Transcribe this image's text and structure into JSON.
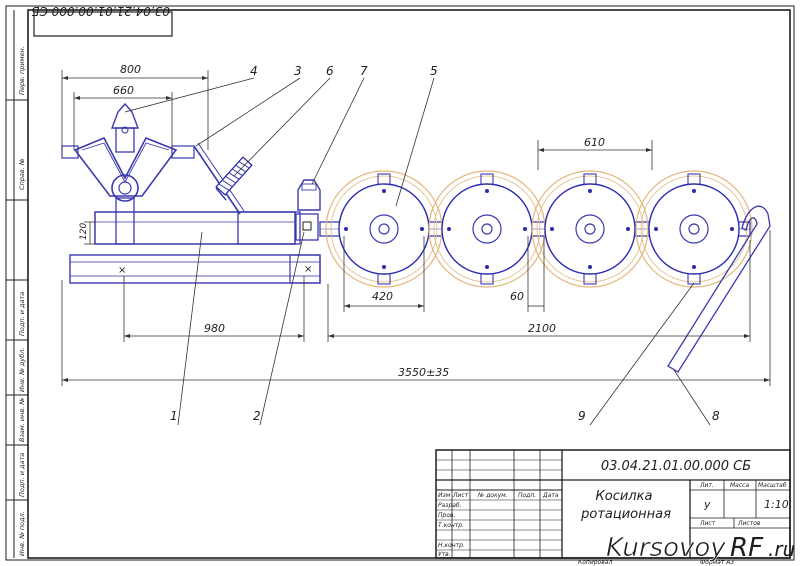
{
  "drawing": {
    "doc_number": "03.04.21.01.00.000 СБ",
    "doc_number_stamp": "03.04.21.01.00.000 СБ",
    "title_line1": "Косилка",
    "title_line2": "ротационная",
    "scale": "1:10",
    "lit": "у"
  },
  "dimensions": {
    "d800": "800",
    "d660": "660",
    "d610": "610",
    "d420": "420",
    "d980": "980",
    "d60": "60",
    "d2100": "2100",
    "d3550": "3550±35",
    "d120": "120"
  },
  "callouts": [
    "1",
    "2",
    "3",
    "4",
    "5",
    "6",
    "7",
    "8",
    "9"
  ],
  "title_block": {
    "col_izm": "Изм",
    "col_list": "Лист",
    "col_doc": "№ докум.",
    "col_podp": "Подп.",
    "col_data": "Дата",
    "row_razrab": "Разраб.",
    "row_prov": "Пров.",
    "row_tkontr": "Т.контр.",
    "row_nkontr": "Н.контр.",
    "row_utv": "Утв.",
    "hdr_lit": "Лит.",
    "hdr_massa": "Масса",
    "hdr_masshtab": "Масштаб",
    "hdr_list": "Лист",
    "hdr_listov": "Листов",
    "copied": "Копировал",
    "format": "Формат  А3"
  },
  "side_stamp": [
    "Перв. примен.",
    "Справ. №",
    "Подп. и дата",
    "Инв. № дубл.",
    "Взам. инв. №",
    "Подп. и дата",
    "Инв. № подл."
  ],
  "watermark": {
    "text_main": "KursovoyRF",
    "text_suffix": ".ru"
  },
  "colors": {
    "line": "#1e1e1e",
    "blue": "#3a3ab0",
    "disc_ring": "#e3b57a",
    "watermark": "#2b3ea8",
    "watermark_red": "#d32020"
  }
}
